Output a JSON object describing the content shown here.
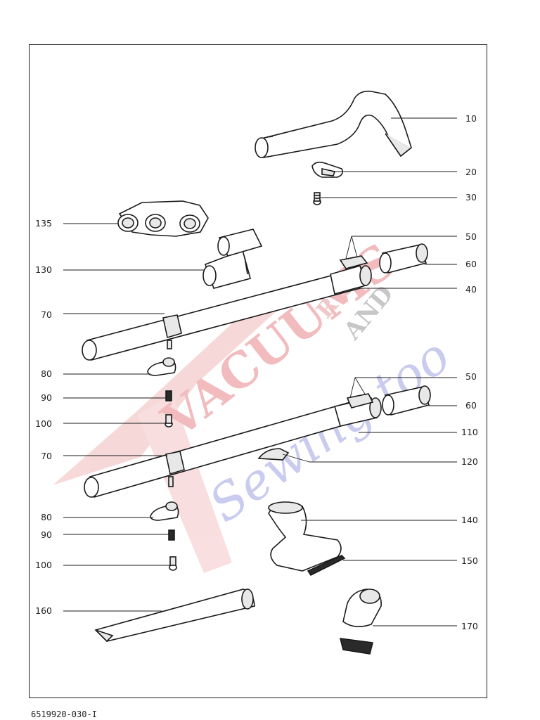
{
  "document_id": "6519920-030-I",
  "watermark": {
    "brand_text": "VACUUMS",
    "rs_text": "R US",
    "and_text": "AND",
    "script_text": "Sewing too",
    "color_red": "#e0202a",
    "color_blue": "#6a6ed0"
  },
  "callouts": {
    "c10": "10",
    "c20": "20",
    "c30": "30",
    "c135": "135",
    "c50a": "50",
    "c60a": "60",
    "c130": "130",
    "c40": "40",
    "c70a": "70",
    "c80a": "80",
    "c90a": "90",
    "c100a": "100",
    "c50b": "50",
    "c60b": "60",
    "c110": "110",
    "c70b": "70",
    "c120": "120",
    "c80b": "80",
    "c140": "140",
    "c90b": "90",
    "c150": "150",
    "c100b": "100",
    "c160": "160",
    "c170": "170"
  }
}
